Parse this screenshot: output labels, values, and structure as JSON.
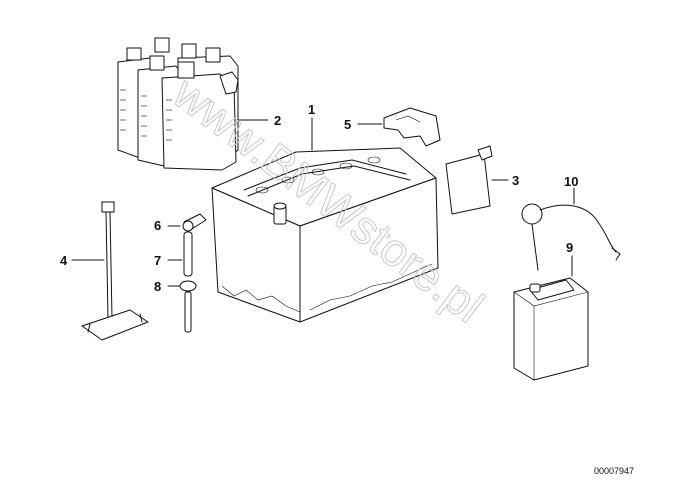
{
  "watermark": "www.BMWstore.pl",
  "reference_number": "00007947",
  "callouts": [
    "1",
    "2",
    "3",
    "4",
    "5",
    "6",
    "7",
    "8",
    "9",
    "10"
  ]
}
